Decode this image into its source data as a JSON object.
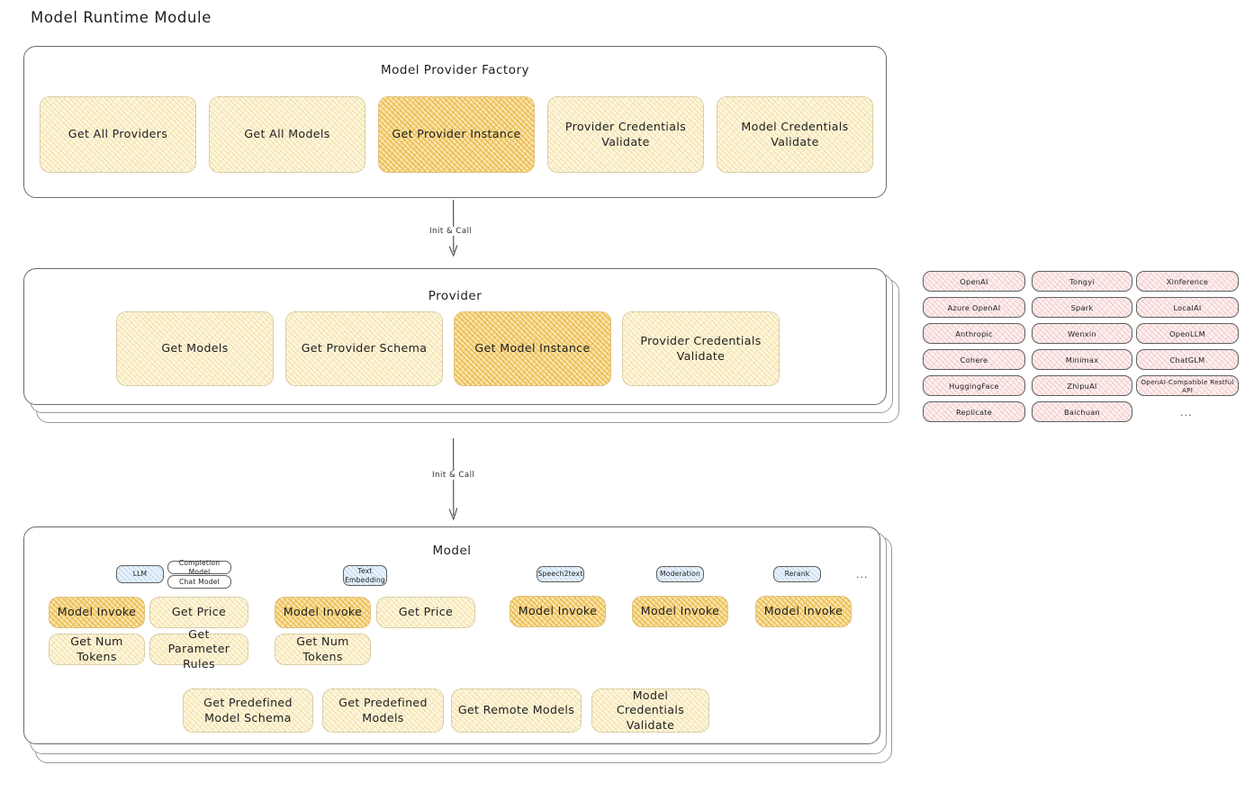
{
  "page": {
    "title": "Model Runtime Module"
  },
  "factory": {
    "title": "Model Provider Factory",
    "items": [
      {
        "label": "Get All Providers",
        "emphasis": "light"
      },
      {
        "label": "Get All Models",
        "emphasis": "light"
      },
      {
        "label": "Get Provider Instance",
        "emphasis": "strong"
      },
      {
        "label": "Provider Credentials Validate",
        "emphasis": "light"
      },
      {
        "label": "Model Credentials Validate",
        "emphasis": "light"
      }
    ]
  },
  "arrows": [
    {
      "label": "Init & Call"
    },
    {
      "label": "Init & Call"
    }
  ],
  "provider": {
    "title": "Provider",
    "items": [
      {
        "label": "Get Models",
        "emphasis": "light"
      },
      {
        "label": "Get Provider Schema",
        "emphasis": "light"
      },
      {
        "label": "Get Model Instance",
        "emphasis": "strong"
      },
      {
        "label": "Provider Credentials Validate",
        "emphasis": "light"
      }
    ]
  },
  "provider_list": {
    "columns": [
      [
        "OpenAI",
        "Azure OpenAI",
        "Anthropic",
        "Cohere",
        "HuggingFace",
        "Replicate"
      ],
      [
        "Tongyi",
        "Spark",
        "Wenxin",
        "Minimax",
        "ZhipuAI",
        "Baichuan"
      ],
      [
        "Xinference",
        "LocalAI",
        "OpenLLM",
        "ChatGLM",
        "OpenAI-Compatible Restful API"
      ]
    ],
    "more": "..."
  },
  "model": {
    "title": "Model",
    "more": "...",
    "groups": [
      {
        "tags": [
          {
            "label": "LLM",
            "style": "blue"
          },
          {
            "label": "Completion Model",
            "style": "plain"
          },
          {
            "label": "Chat Model",
            "style": "plain"
          }
        ],
        "items": [
          {
            "label": "Model Invoke",
            "emphasis": "strong"
          },
          {
            "label": "Get Price",
            "emphasis": "light"
          },
          {
            "label": "Get Num Tokens",
            "emphasis": "light"
          },
          {
            "label": "Get Parameter Rules",
            "emphasis": "light"
          }
        ]
      },
      {
        "tags": [
          {
            "label": "Text Embedding",
            "style": "blue"
          }
        ],
        "items": [
          {
            "label": "Model Invoke",
            "emphasis": "strong"
          },
          {
            "label": "Get Price",
            "emphasis": "light"
          },
          {
            "label": "Get Num Tokens",
            "emphasis": "light"
          }
        ]
      },
      {
        "tags": [
          {
            "label": "Speech2text",
            "style": "blue"
          }
        ],
        "items": [
          {
            "label": "Model Invoke",
            "emphasis": "strong"
          }
        ]
      },
      {
        "tags": [
          {
            "label": "Moderation",
            "style": "blue"
          }
        ],
        "items": [
          {
            "label": "Model Invoke",
            "emphasis": "strong"
          }
        ]
      },
      {
        "tags": [
          {
            "label": "Rerank",
            "style": "blue"
          }
        ],
        "items": [
          {
            "label": "Model Invoke",
            "emphasis": "strong"
          }
        ]
      }
    ],
    "common_items": [
      {
        "label": "Get Predefined Model Schema",
        "emphasis": "light"
      },
      {
        "label": "Get Predefined Models",
        "emphasis": "light"
      },
      {
        "label": "Get Remote Models",
        "emphasis": "light"
      },
      {
        "label": "Model Credentials Validate",
        "emphasis": "light"
      }
    ]
  }
}
